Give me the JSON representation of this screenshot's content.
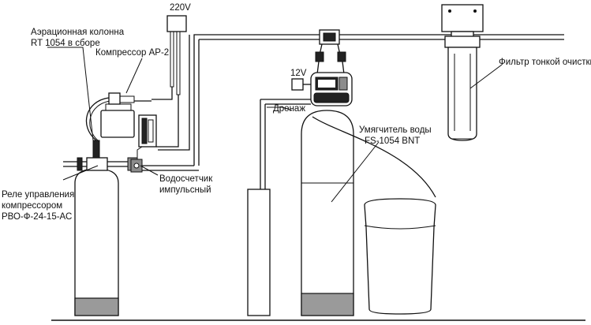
{
  "labels": {
    "voltage_220": "220V",
    "aeration_line1": "Аэрационная колонна",
    "aeration_line2": "RT 1054 в сборе",
    "compressor": "Компрессор АР-2",
    "voltage_12": "12V",
    "drain": "Дренаж",
    "softener_line1": "Умягчитель воды",
    "softener_line2": "FS-1054 BNT",
    "fine_filter": "Фильтр тонкой очистки",
    "relay_line1": "Реле управления",
    "relay_line2": "компрессором",
    "relay_line3": "РВО-Ф-24-15-АС",
    "meter_line1": "Водосчетчик",
    "meter_line2": "импульсный"
  }
}
